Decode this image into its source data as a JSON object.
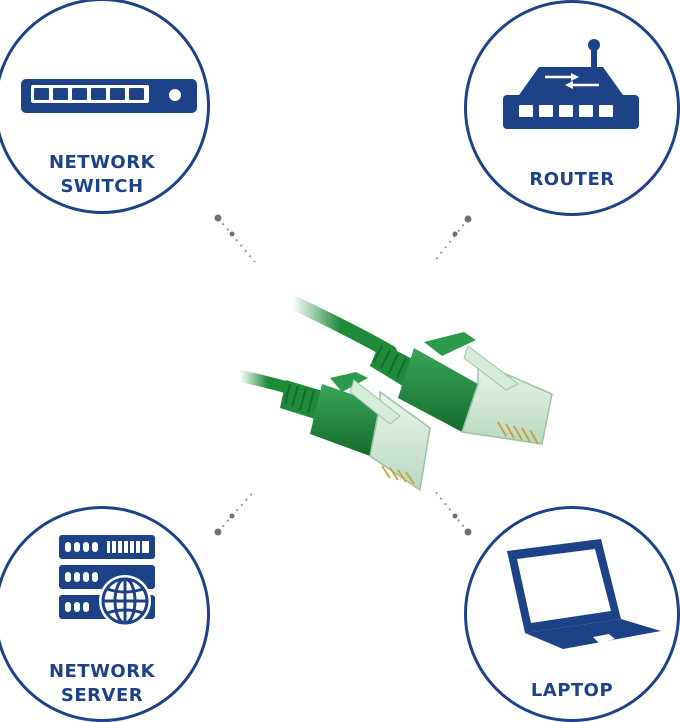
{
  "nodes": {
    "switch": {
      "label": "NETWORK\nSWITCH",
      "icon": "network-switch-icon"
    },
    "router": {
      "label": "ROUTER",
      "icon": "router-icon"
    },
    "server": {
      "label": "NETWORK\nSERVER",
      "icon": "server-rack-icon"
    },
    "laptop": {
      "label": "LAPTOP",
      "icon": "laptop-icon"
    }
  },
  "colors": {
    "brand_blue": "#1d4288",
    "cable_green": "#1e8a3a",
    "connector_grey": "#888888"
  }
}
